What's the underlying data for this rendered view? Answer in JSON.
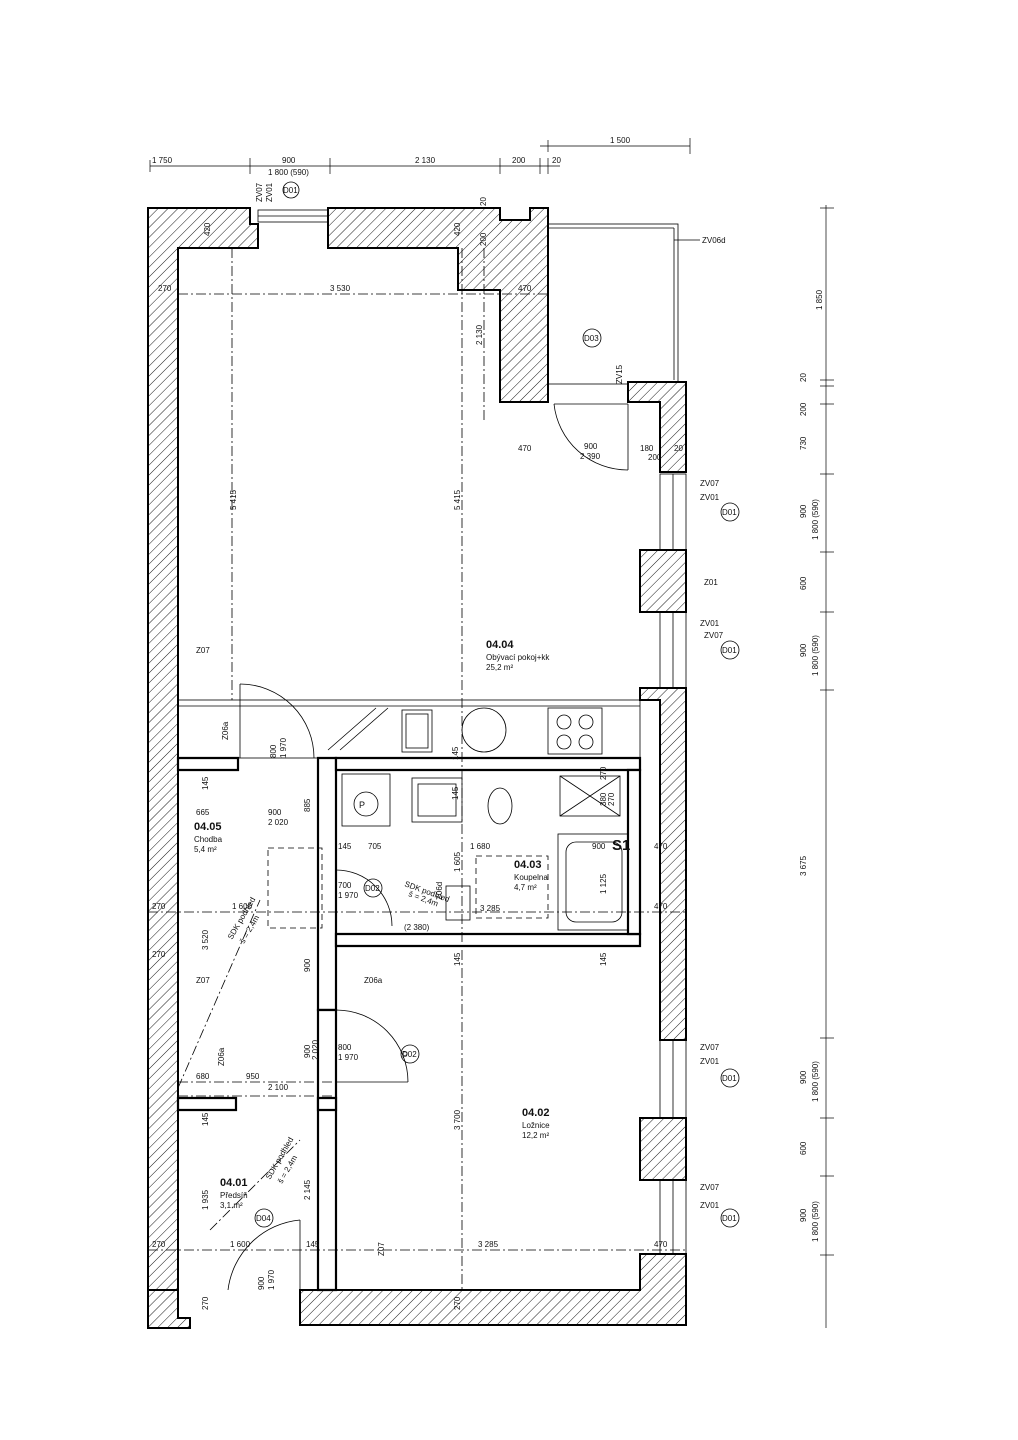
{
  "rooms": [
    {
      "id": "04.04",
      "name": "Obývací pokoj+kk",
      "area": "25,2 m²"
    },
    {
      "id": "04.05",
      "name": "Chodba",
      "area": "5,4 m²"
    },
    {
      "id": "04.03",
      "name": "Koupelna",
      "area": "4,7 m²"
    },
    {
      "id": "04.02",
      "name": "Ložnice",
      "area": "12,2 m²"
    },
    {
      "id": "04.01",
      "name": "Předsíň",
      "area": "3,1 m²"
    }
  ],
  "top_dims": {
    "d1": "1 750",
    "d2": "900",
    "d3": "2 130",
    "d4": "200",
    "d5": "20",
    "d6": "1 500",
    "window": "1 800 (590)"
  },
  "right_dims": {
    "r1": "1 850",
    "r2": "20",
    "r3": "200",
    "r4": "730",
    "r5": "900",
    "r6": "1 800 (590)",
    "r7": "600",
    "r8": "900",
    "r9": "1 800 (590)",
    "r10": "3 675",
    "r11": "900",
    "r12": "1 800 (590)",
    "r13": "600",
    "r14": "900",
    "r15": "1 800 (590)"
  },
  "inner_dims": {
    "i1": "270",
    "i2": "3 530",
    "i3": "470",
    "i4": "5 415",
    "i5": "5 415",
    "i6": "2 130",
    "i7": "470",
    "i8": "900",
    "i9": "2 390",
    "i10": "180",
    "i11": "20",
    "i12": "200",
    "i13": "420",
    "i14": "420",
    "i15": "200",
    "i16": "20",
    "i17": "665",
    "i18": "900",
    "i19": "2 020",
    "i20": "885",
    "i21": "145",
    "i22": "145",
    "i23": "705",
    "i24": "1 680",
    "i25": "900",
    "i26": "470",
    "i27": "270",
    "i28": "1 600",
    "i29": "3 520",
    "i30": "470",
    "i31": "270",
    "i32": "900",
    "i33": "900",
    "i34": "2 020",
    "i35": "680",
    "i36": "950",
    "i37": "2 100",
    "i38": "145",
    "i39": "1 935",
    "i40": "2 145",
    "i41": "3 700",
    "i42": "270",
    "i43": "1 600",
    "i44": "145",
    "i45": "3 285",
    "i46": "470",
    "i47": "270",
    "i48": "270",
    "i49": "145",
    "i50": "145",
    "i51": "1 125",
    "i52": "3 285",
    "i53": "(2 380)",
    "i54": "1 605",
    "i55": "270",
    "i56": "380",
    "i57": "270",
    "i58": "145",
    "i59": "145"
  },
  "tags": {
    "zv07": "ZV07",
    "zv01": "ZV01",
    "d01": "D01",
    "zv06d": "ZV06d",
    "zv15": "ZV15",
    "d03": "D03",
    "z01": "Z01",
    "z07": "Z07",
    "z06a": "Z06a",
    "z06d": "Z06d",
    "d02": "D02",
    "d04": "D04",
    "s1": "S1",
    "p": "P",
    "sdk1": "SDK podhled",
    "sdk1b": "š = 2,4m",
    "sdk2": "SDK podhled",
    "sdk2b": "š = 2,4m",
    "sdk3": "SDK podhled",
    "sdk3b": "š = 2,4m"
  },
  "doors": {
    "door1_w": "800",
    "door1_h": "1 970",
    "door2_w": "700",
    "door2_h": "1 970",
    "door3_w": "800",
    "door3_h": "1 970",
    "door4_w": "900",
    "door4_h": "1 970"
  }
}
